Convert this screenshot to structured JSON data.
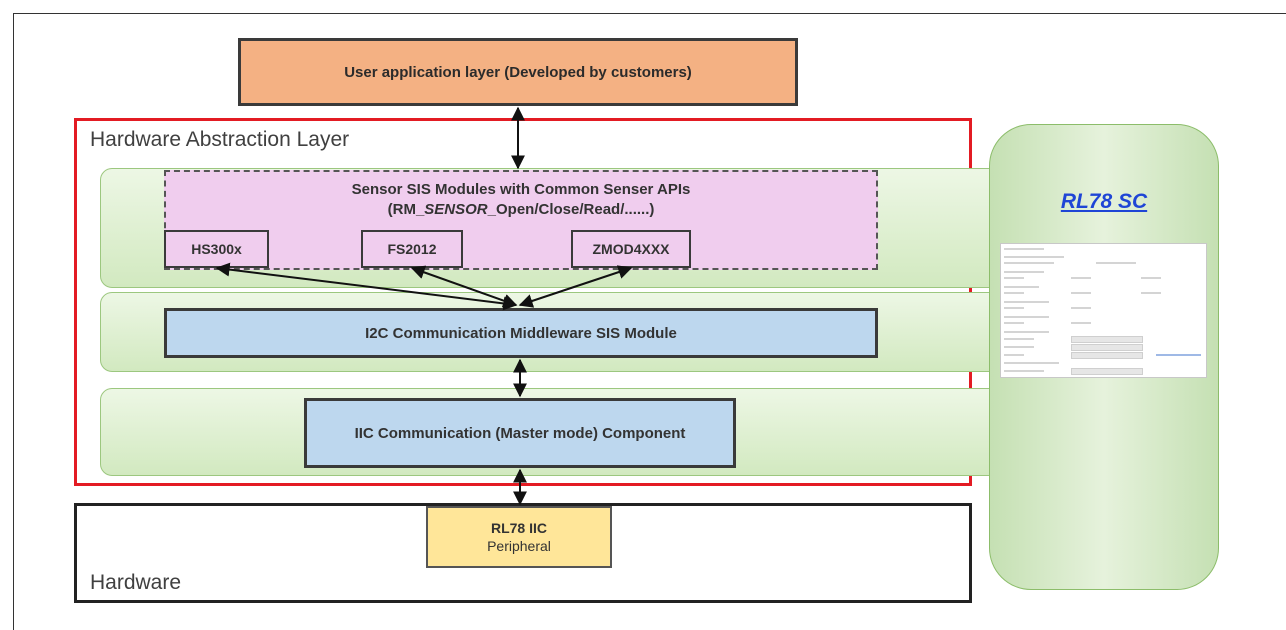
{
  "user_layer": {
    "label": "User application layer (Developed by customers)"
  },
  "hal": {
    "title": "Hardware Abstraction Layer",
    "sis_module": {
      "title_line1": "Sensor SIS Modules with Common Senser APIs",
      "title_line2_prefix": "(RM_",
      "title_line2_italic": "SENSOR",
      "title_line2_suffix": "_Open/Close/Read/......)",
      "sensors": [
        "HS300x",
        "FS2012",
        "ZMOD4XXX"
      ]
    },
    "i2c_middleware": {
      "label": "I2C Communication Middleware SIS Module"
    },
    "iic_component": {
      "label": "IIC Communication (Master mode) Component"
    }
  },
  "hardware": {
    "title": "Hardware",
    "peripheral": {
      "name": "RL78 IIC",
      "sub": "Peripheral"
    }
  },
  "rl78_sc": {
    "label": "RL78 SC"
  },
  "colors": {
    "user_layer_fill": "#f4b183",
    "hal_border": "#e31b23",
    "band_green": "#d2e9c0",
    "sis_pink": "#f0cdee",
    "middleware_blue": "#bdd7ee",
    "peripheral_yellow": "#ffe699",
    "link_blue": "#1f45d6"
  }
}
